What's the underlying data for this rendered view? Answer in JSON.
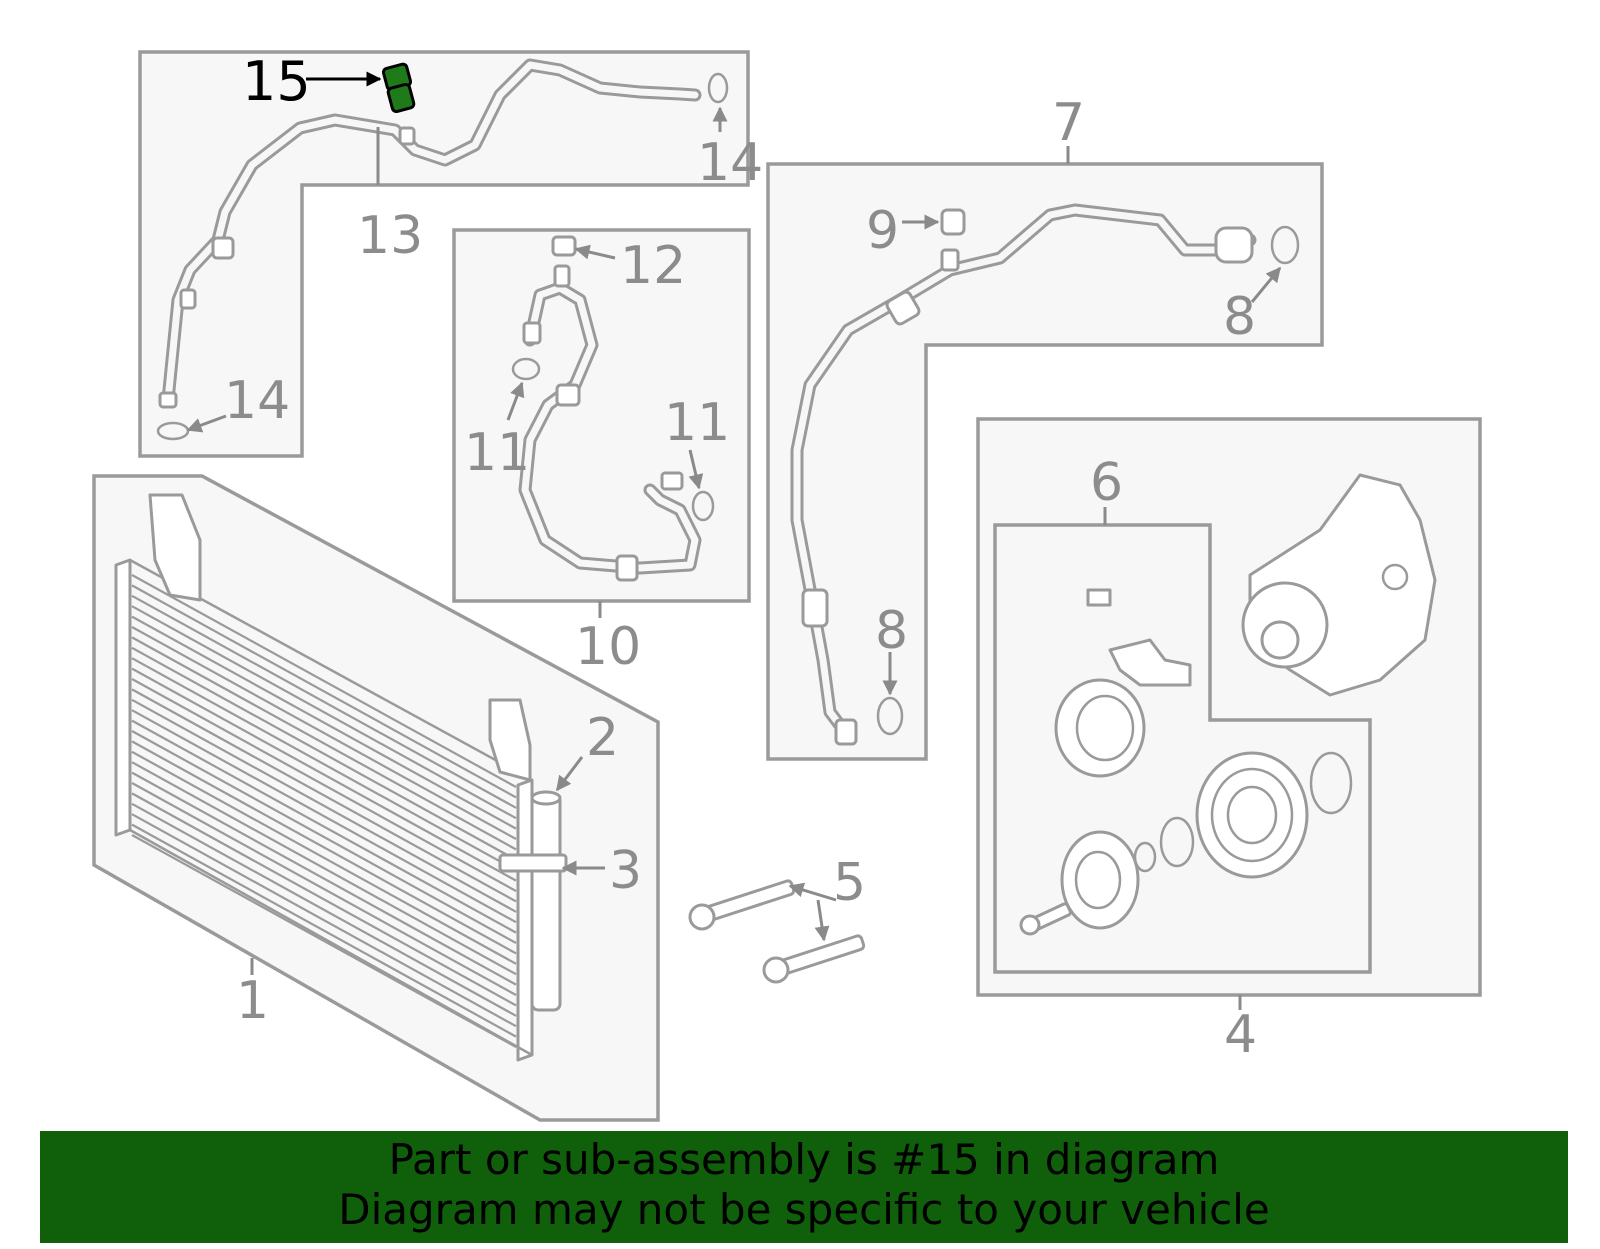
{
  "banner": {
    "line1": "Part or sub-assembly is #15 in diagram",
    "line2": "Diagram may not be specific to your vehicle",
    "color": "#0f5f0b"
  },
  "highlight": {
    "part_number": "15",
    "color": "#1f7a1a"
  },
  "callouts": {
    "c1": "1",
    "c2": "2",
    "c3": "3",
    "c4": "4",
    "c5": "5",
    "c6": "6",
    "c7": "7",
    "c8a": "8",
    "c8b": "8",
    "c9": "9",
    "c10": "10",
    "c11a": "11",
    "c11b": "11",
    "c12": "12",
    "c13": "13",
    "c14a": "14",
    "c14b": "14",
    "c15": "15"
  }
}
